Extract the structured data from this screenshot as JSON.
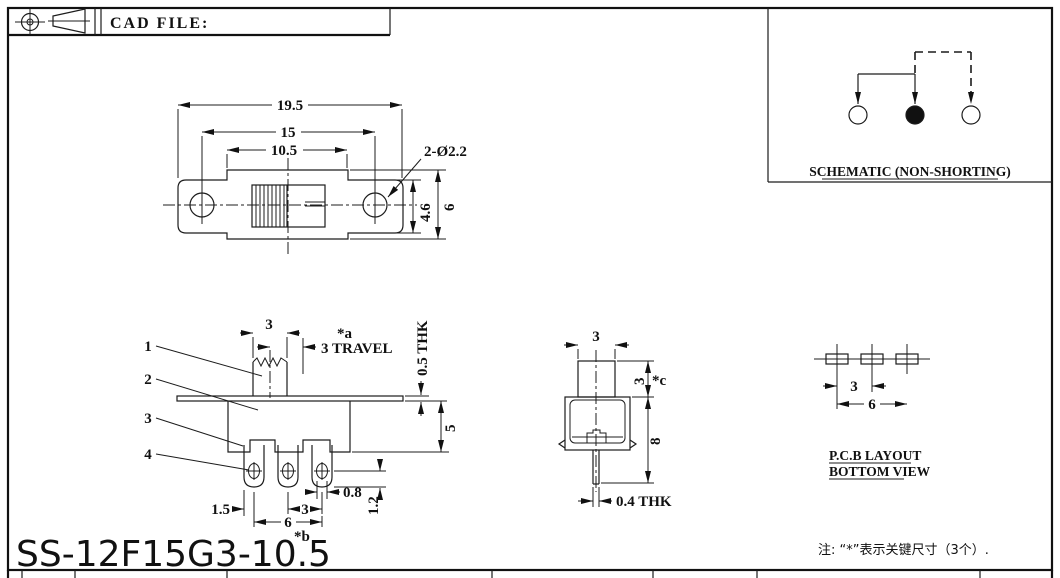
{
  "title_block": {
    "cad_file_label": "CAD FILE:"
  },
  "schematic": {
    "title": "SCHEMATIC (NON-SHORTING)"
  },
  "front_view": {
    "dim_overall": "19.5",
    "dim_hole_spacing": "15",
    "dim_slot": "10.5",
    "hole_callout": "2-Ø2.2",
    "dim_ear_height": "4.6",
    "dim_body_height": "6"
  },
  "section_view": {
    "part_1": "1",
    "part_2": "2",
    "part_3": "3",
    "part_4": "4",
    "dim_knob_width": "3",
    "marker_a": "*a",
    "dim_travel": "3 TRAVEL",
    "dim_plate_thk": "0.5 THK",
    "dim_body_depth": "5",
    "dim_pin_offset": "1.5",
    "dim_pin_pitch": "3",
    "dim_hole_width": "0.8",
    "dim_hole_offset": "1.2",
    "dim_pin_span": "6",
    "marker_b": "*b"
  },
  "side_view": {
    "dim_knob_width": "3",
    "dim_knob_height": "3",
    "marker_c": "*c",
    "dim_height": "8",
    "dim_terminal_thk": "0.4 THK"
  },
  "pcb_layout": {
    "dim_pitch": "3",
    "dim_span": "6",
    "title_line1": "P.C.B LAYOUT",
    "title_line2": "BOTTOM VIEW"
  },
  "part_number": "SS-12F15G3-10.5",
  "note": "注: “*”表示关键尺寸（3个）."
}
